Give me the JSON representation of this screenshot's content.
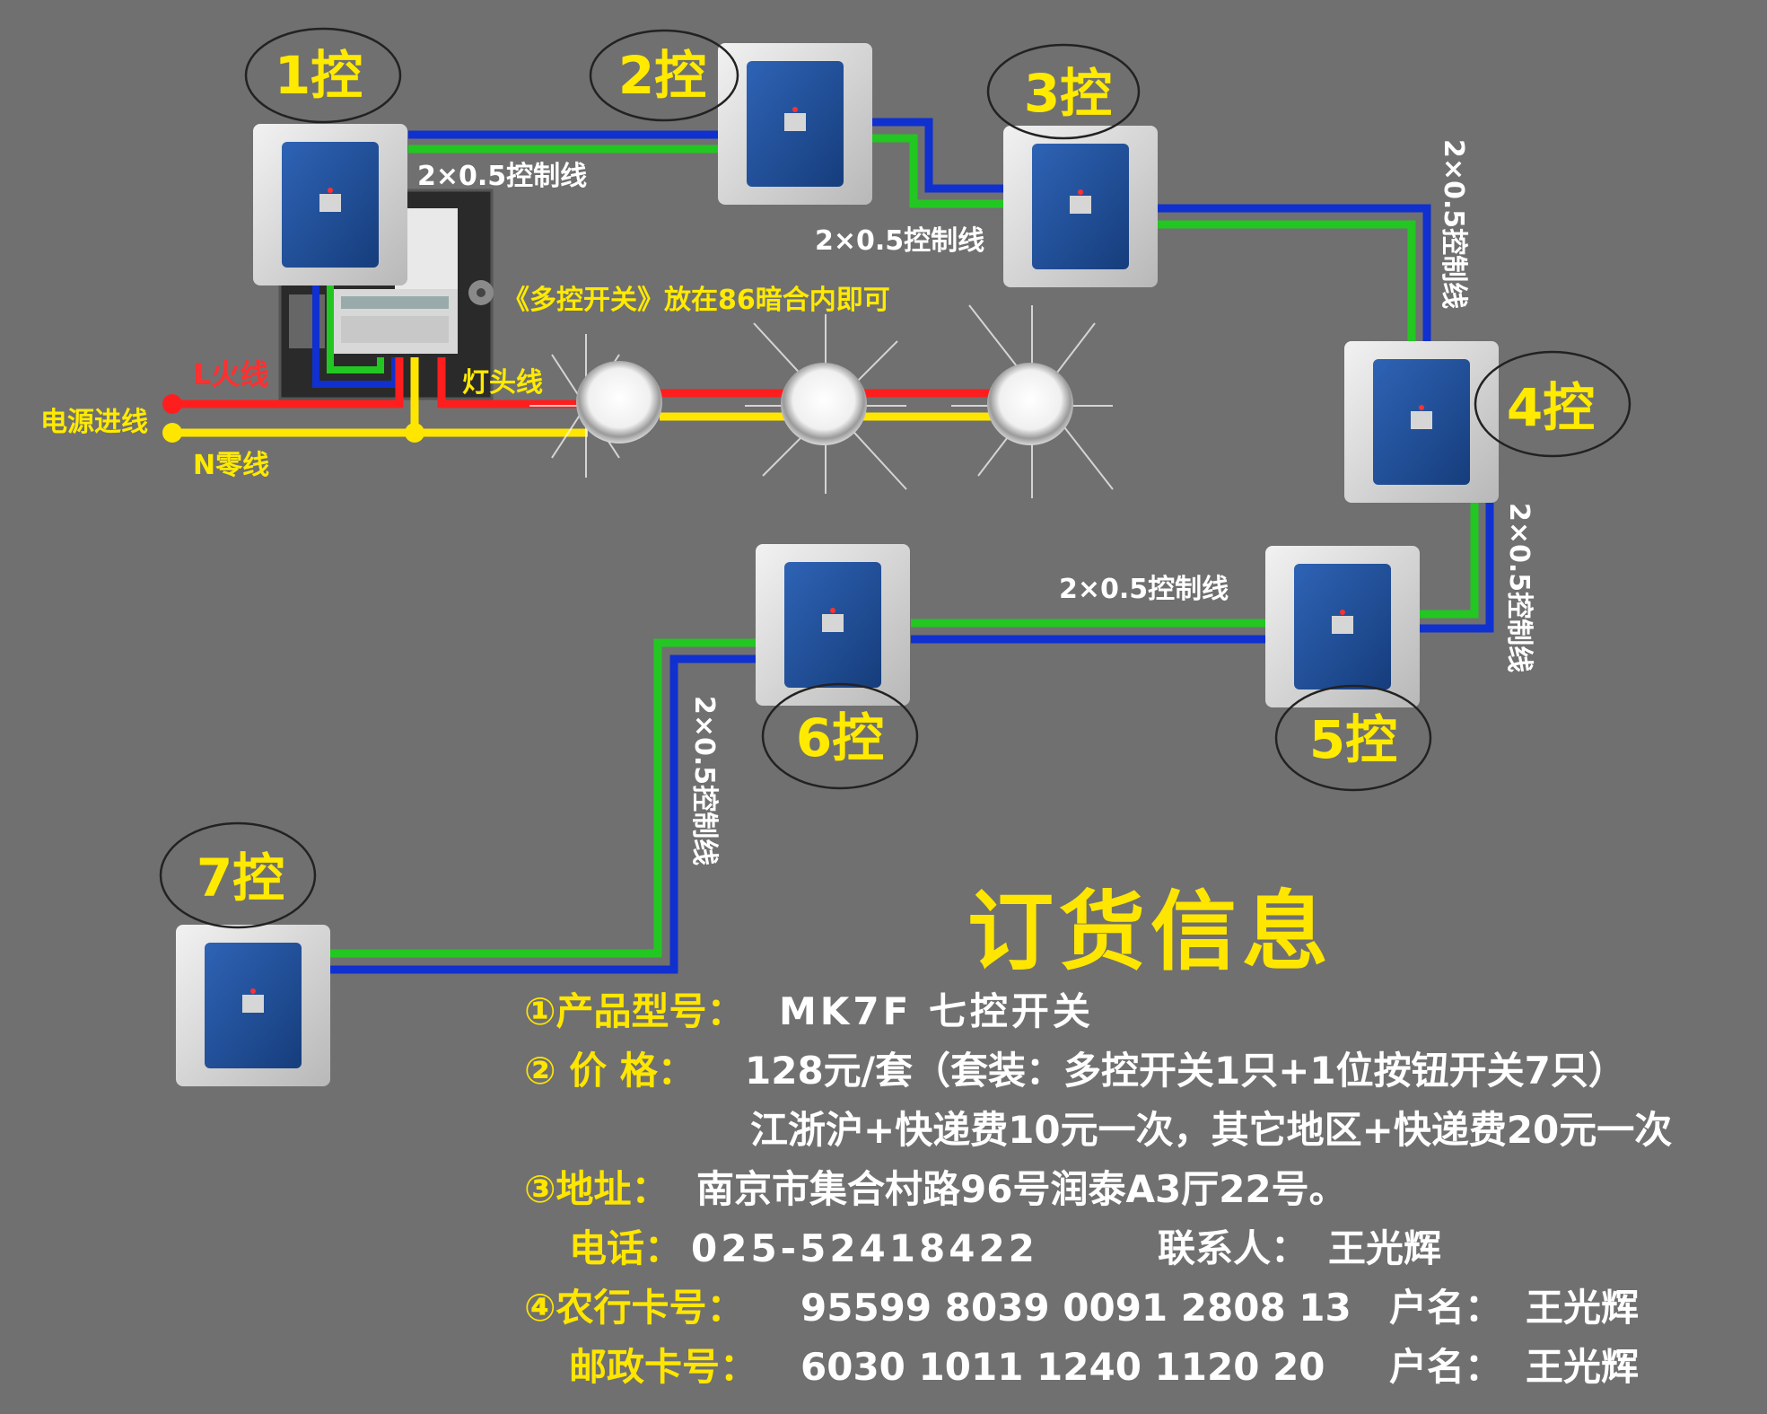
{
  "controls": [
    "1控",
    "2控",
    "3控",
    "4控",
    "5控",
    "6控",
    "7控"
  ],
  "wire_labels": {
    "control_wire": "2×0.5控制线",
    "hint": "《多控开关》放在86暗合内即可",
    "live": "L火线",
    "neutral": "N零线",
    "power_in": "电源进线",
    "lamp_wire": "灯头线"
  },
  "colors": {
    "background": "#707070",
    "control_wire_blue": "#1030d0",
    "control_wire_green": "#22c722",
    "live_red": "#ff1e1e",
    "neutral_yellow": "#ffe600",
    "switch_panel": "#1f4f9a",
    "label_yellow": "#ffea00"
  },
  "order": {
    "title": "订货信息",
    "l1_label": "①产品型号：",
    "l1_value": "MK7F  七控开关",
    "l2_label": "② 价 格：",
    "l2_value": "128元/套（套装：多控开关1只+1位按钮开关7只）",
    "l2b_value": "江浙沪+快递费10元一次，其它地区+快递费20元一次",
    "l3_label": "③地址：",
    "l3_value": "南京市集合村路96号润泰A3厅22号。",
    "l4_label": "电话：",
    "l4_value": "025-52418422",
    "l4_contact_label": "联系人：",
    "l4_contact_value": "王光辉",
    "l5_label": "④农行卡号：",
    "l5_value": "95599 8039 0091 2808 13",
    "l5_name_label": "户名：",
    "l5_name_value": "王光辉",
    "l6_label": "邮政卡号：",
    "l6_value": "6030 1011 1240 1120 20",
    "l6_name_label": "户名：",
    "l6_name_value": "王光辉"
  }
}
